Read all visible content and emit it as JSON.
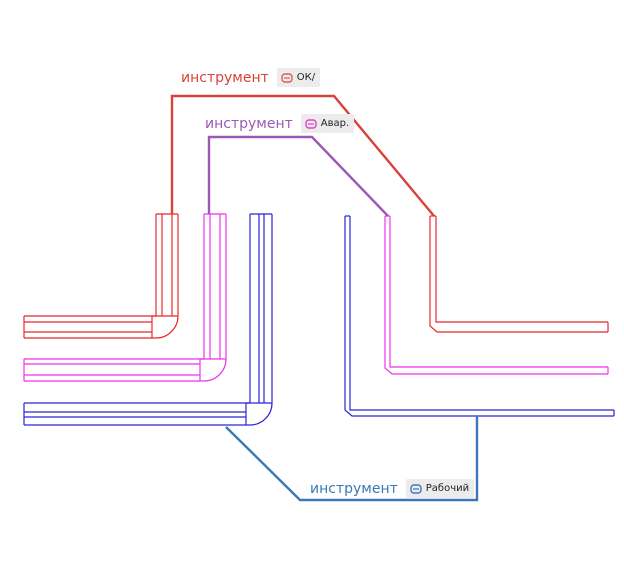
{
  "labels": {
    "red": {
      "tool": "инструмент",
      "badge": "ОК/",
      "color": "#d9423a",
      "badge_icon": "pipe-layer-icon",
      "icon_color": "#e05a5a"
    },
    "purple": {
      "tool": "инструмент",
      "badge": "Авар.",
      "color": "#9b59b6",
      "badge_icon": "pipe-layer-icon",
      "icon_color": "#e040c8"
    },
    "blue": {
      "tool": "инструмент",
      "badge": "Рабочий",
      "color": "#3a78b8",
      "badge_icon": "pipe-layer-icon",
      "icon_color": "#3a78d0"
    }
  },
  "pipe_colors": {
    "red": "#e8282c",
    "magenta": "#ee33ee",
    "blue": "#2a24d6"
  },
  "leader_colors": {
    "red": "#d9423a",
    "purple": "#9b59b6",
    "blue": "#3a78b8"
  }
}
